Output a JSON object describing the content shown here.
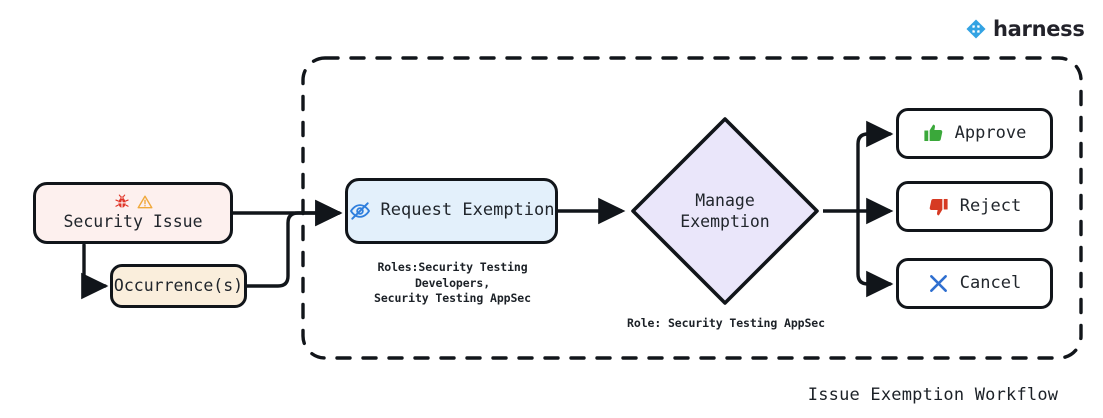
{
  "brand": {
    "name": "harness",
    "logo_icon": "harness-diamond-logo",
    "color": "#33a3e3"
  },
  "diagram": {
    "title": "Issue Exemption Workflow",
    "boundary": {
      "style": "dashed",
      "color": "#11151a"
    }
  },
  "nodes": {
    "security_issue": {
      "label": "Security Issue",
      "fill": "#fdf0ee",
      "icons": [
        "bug-icon",
        "warning-triangle-icon"
      ],
      "bug_color": "#e03427",
      "warning_color": "#f0a93c"
    },
    "occurrences": {
      "label": "Occurrence(s)",
      "fill": "#faeedc"
    },
    "request_exemption": {
      "label": "Request Exemption",
      "fill": "#e3f0fb",
      "icon": "eye-off-icon",
      "icon_color": "#2f7fdd",
      "caption_line1": "Roles:Security Testing Developers,",
      "caption_line2": "Security Testing AppSec"
    },
    "manage_exemption": {
      "label_line1": "Manage",
      "label_line2": "Exemption",
      "fill": "#eae6fa",
      "shape": "diamond",
      "caption": "Role: Security Testing AppSec"
    },
    "approve": {
      "label": "Approve",
      "icon": "thumbs-up-icon",
      "icon_color": "#3aa83a",
      "fill": "#ffffff"
    },
    "reject": {
      "label": "Reject",
      "icon": "thumbs-down-icon",
      "icon_color": "#d63a23",
      "fill": "#ffffff"
    },
    "cancel": {
      "label": "Cancel",
      "icon": "x-mark-icon",
      "icon_color": "#2f6fd0",
      "fill": "#ffffff"
    }
  }
}
